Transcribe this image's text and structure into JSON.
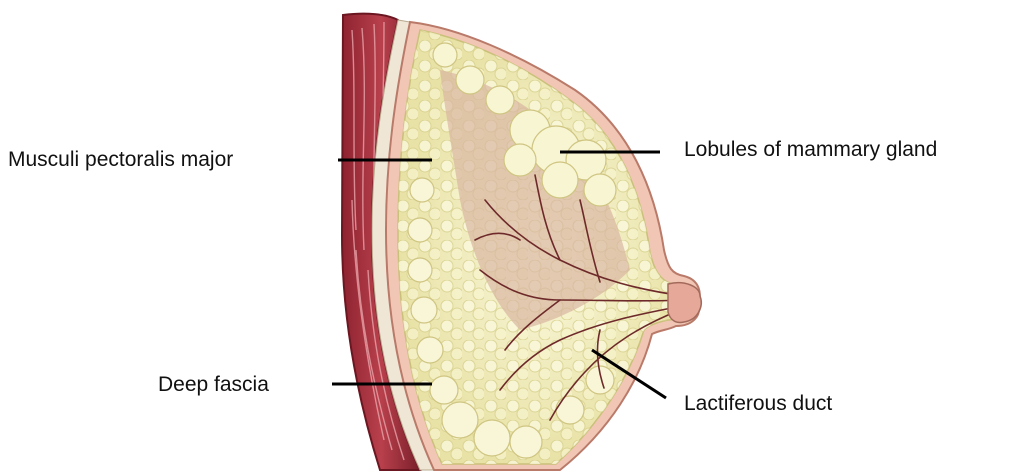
{
  "labels": {
    "pectoralis": "Musculi pectoralis major",
    "lobules": "Lobules of mammary gland",
    "fascia": "Deep fascia",
    "duct": "Lactiferous duct"
  },
  "colors": {
    "muscle": "#a8323f",
    "muscle_dark": "#7a1f2a",
    "muscle_highlight": "#e9a3a8",
    "skin": "#f2c6b4",
    "fat": "#f4f0c2",
    "fat_outline": "#c9c07a",
    "gland_tissue": "#d9b7a1",
    "duct": "#6e2a2a",
    "leader_line": "#000000",
    "text": "#111111"
  }
}
